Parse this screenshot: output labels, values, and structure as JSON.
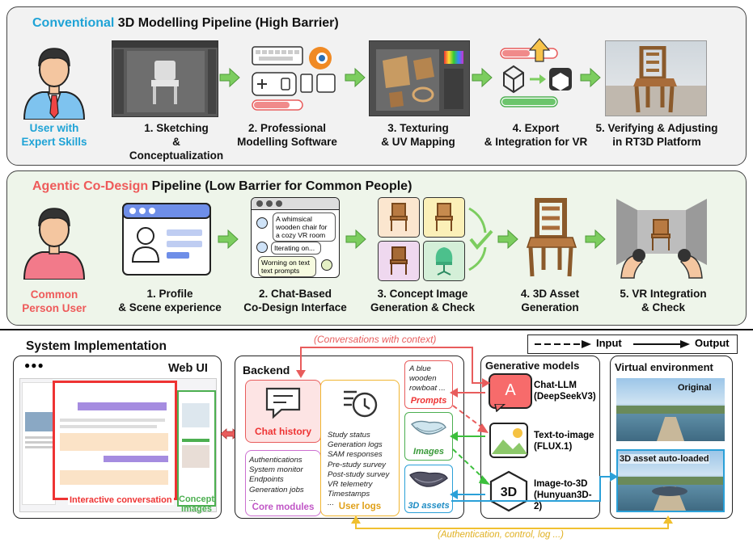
{
  "conventional": {
    "title_accent": "Conventional",
    "title_rest": " 3D Modelling Pipeline (High Barrier)",
    "user_label": "User with\nExpert Skills",
    "steps": [
      {
        "label": "1. Sketching\n& Conceptualization"
      },
      {
        "label": "2. Professional\nModelling Software"
      },
      {
        "label": "3. Texturing\n& UV Mapping"
      },
      {
        "label": "4. Export\n& Integration for VR"
      },
      {
        "label": "5. Verifying & Adjusting\nin RT3D Platform"
      }
    ]
  },
  "agentic": {
    "title_accent": "Agentic Co-Design",
    "title_rest": " Pipeline (Low Barrier for Common People)",
    "user_label": "Common\nPerson User",
    "steps": [
      {
        "label": "1. Profile\n& Scene experience"
      },
      {
        "label": "2. Chat-Based\nCo-Design Interface"
      },
      {
        "label": "3. Concept Image\nGeneration & Check"
      },
      {
        "label": "4. 3D Asset\nGeneration"
      },
      {
        "label": "5. VR Integration\n& Check"
      }
    ],
    "chat_bubbles": {
      "b1": "A whimsical\nwooden chair for\na cozy VR room",
      "b2": "Iterating on...",
      "b3": "Worning on text\ntext prompts"
    }
  },
  "system": {
    "title": "System Implementation",
    "legend": {
      "input": "Input",
      "output": "Output"
    },
    "conversations_note": "(Conversations with context)",
    "auth_note": "(Authentication, control, log ...)",
    "webui": {
      "title": "Web UI",
      "dots": "●●●",
      "interactive_label": "Interactive conversation",
      "concept_label": "Concept\nImages"
    },
    "backend": {
      "title": "Backend",
      "chat_history": "Chat history",
      "core_items": "Authentications\nSystem monitor\nEndpoints\nGeneration jobs",
      "core_more": "...",
      "core_label": "Core modules",
      "log_items": "Study status\nGeneration logs\nSAM responses\nPre-study survey\nPost-study survey\nVR telemetry\nTimestamps",
      "log_more": "...",
      "log_label": "User logs",
      "prompt_text": "A blue\nwooden\nrowboat ...",
      "prompt_label": "Prompts",
      "images_label": "Images",
      "assets_label": "3D assets"
    },
    "generative": {
      "title": "Generative models",
      "chat_icon_letter": "A",
      "chat_llm": "Chat-LLM\n(DeepSeekV3)",
      "t2i": "Text-to-image\n(FLUX.1)",
      "i23d": "Image-to-3D\n(Hunyuan3D-\n2)",
      "i23d_icon": "3D"
    },
    "virtual": {
      "title": "Virtual environment",
      "original": "Original",
      "autoloaded": "3D asset auto-loaded"
    }
  },
  "colors": {
    "accent_blue": "#1fa3d6",
    "accent_red": "#ee5a5a",
    "arrow_green": "#7ccd5f",
    "top_panel_bg": "#f2f2f2",
    "mid_panel_bg": "#eef5ea"
  }
}
